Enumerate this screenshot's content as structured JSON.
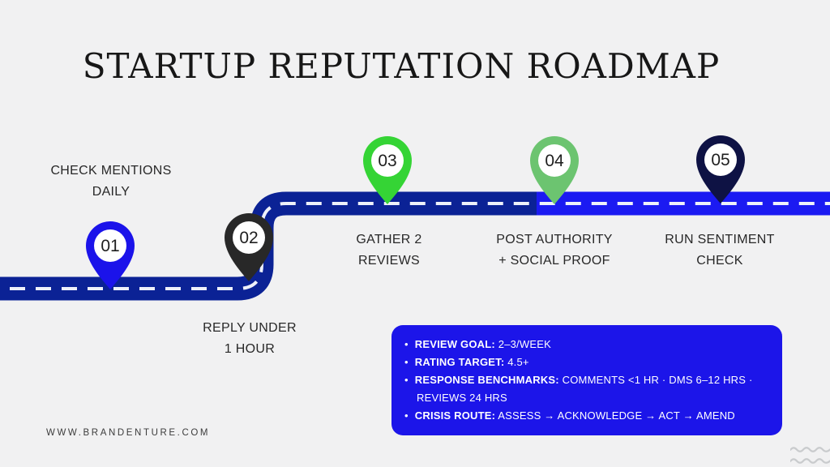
{
  "title": "STARTUP REPUTATION ROADMAP",
  "footer": {
    "website": "WWW.BRANDENTURE.COM"
  },
  "colors": {
    "background": "#f1f1f2",
    "road_dark": "#0b2295",
    "road_bright": "#1b1af2",
    "road_dash": "#eef1fa",
    "info_box_bg": "#1c15e9",
    "info_box_text": "#ffffff",
    "label_text": "#282828",
    "logo_waves": "#c9cbcd"
  },
  "milestones": [
    {
      "number": "01",
      "pin_color": "#1b13ea",
      "label_line1": "CHECK MENTIONS",
      "label_line2": "DAILY"
    },
    {
      "number": "02",
      "pin_color": "#282828",
      "label_line1": "REPLY UNDER",
      "label_line2": "1 HOUR"
    },
    {
      "number": "03",
      "pin_color": "#35d435",
      "label_line1": "GATHER 2",
      "label_line2": "REVIEWS"
    },
    {
      "number": "04",
      "pin_color": "#6cc470",
      "label_line1": "POST AUTHORITY",
      "label_line2": "+ SOCIAL PROOF"
    },
    {
      "number": "05",
      "pin_color": "#0e1244",
      "label_line1": "RUN SENTIMENT",
      "label_line2": "CHECK"
    }
  ],
  "info_box": {
    "items": [
      {
        "label": "REVIEW GOAL:",
        "value": "2–3/WEEK"
      },
      {
        "label": "RATING TARGET:",
        "value": "4.5+"
      },
      {
        "label": "RESPONSE BENCHMARKS:",
        "value": "COMMENTS <1 HR · DMS 6–12 HRS · REVIEWS 24 HRS"
      },
      {
        "label": "CRISIS ROUTE:",
        "value": "ASSESS → ACKNOWLEDGE → ACT → AMEND"
      }
    ]
  }
}
